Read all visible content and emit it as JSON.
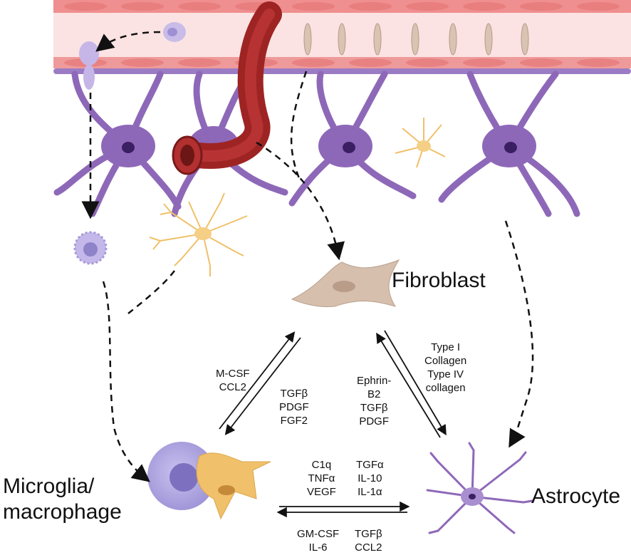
{
  "labels": {
    "fibroblast": "Fibroblast",
    "microglia": "Microglia/\nmacrophage",
    "astrocyte": "Astrocyte"
  },
  "signals": {
    "microglia_to_fibroblast": "M-CSF\nCCL2",
    "fibroblast_to_microglia": "TGFβ\nPDGF\nFGF2",
    "astrocyte_to_fibroblast": "Ephrin-\nB2\nTGFβ\nPDGF",
    "fibroblast_to_astrocyte": "Type I\nCollagen\nType IV\ncollagen",
    "microglia_to_astrocyte_a": "C1q\nTNFα\nVEGF",
    "microglia_to_astrocyte_b": "TGFα\nIL-10\nIL-1α",
    "astrocyte_to_microglia_a": "GM-CSF\nIL-6",
    "astrocyte_to_microglia_b": "TGFβ\nCCL2"
  },
  "colors": {
    "vessel_wall": "#ef9a9a",
    "vessel_lumen": "#fbe3e3",
    "astrocyte": "#8e68b8",
    "astrocyte_dark": "#5b3a8a",
    "microglia_ramified": "#f0c06a",
    "fibroblast": "#d7bfae",
    "monocyte": "#b8aee0",
    "blood_vessel": "#9e2424"
  }
}
